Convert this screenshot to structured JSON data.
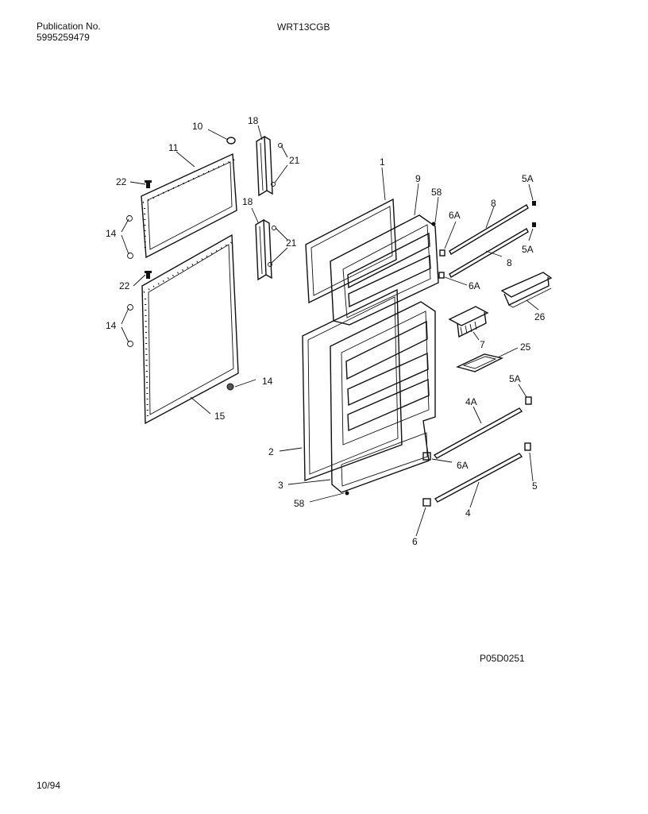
{
  "header": {
    "publication_label": "Publication No.",
    "publication_number": "5995259479",
    "model": "WRT13CGB"
  },
  "footer": {
    "drawing_code": "P05D0251",
    "date": "10/94"
  },
  "callouts": {
    "c10": "10",
    "c11": "11",
    "c22a": "22",
    "c14a": "14",
    "c22b": "22",
    "c14b": "14",
    "c14c": "14",
    "c15": "15",
    "c18a": "18",
    "c21a": "21",
    "c18b": "18",
    "c21b": "21",
    "c1": "1",
    "c9": "9",
    "c58a": "58",
    "c6Aa": "6A",
    "c8a": "8",
    "c5Aa": "5A",
    "c5Ab": "5A",
    "c8b": "8",
    "c6Ab": "6A",
    "c26": "26",
    "c7": "7",
    "c25": "25",
    "c5Ac": "5A",
    "c4A": "4A",
    "c6Ac": "6A",
    "c2": "2",
    "c3": "3",
    "c58b": "58",
    "c5": "5",
    "c4": "4",
    "c6": "6"
  }
}
